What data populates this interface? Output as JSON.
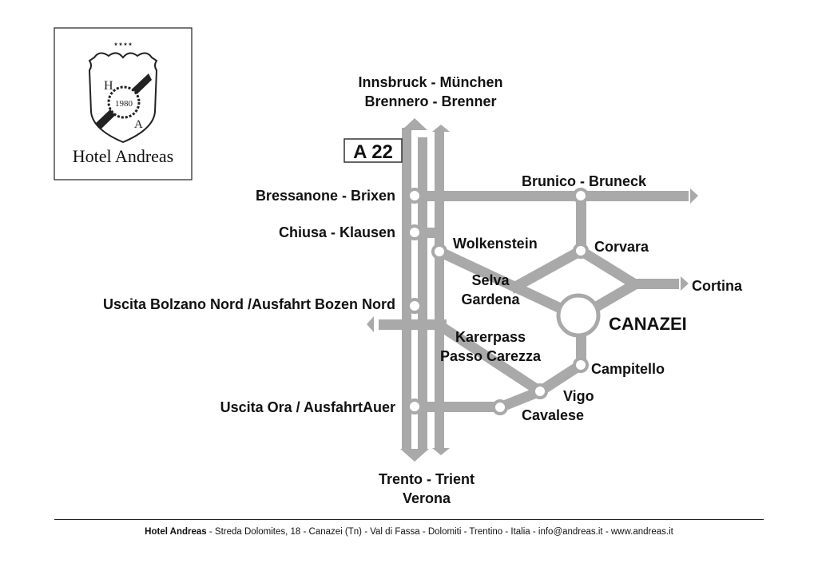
{
  "logo": {
    "stars": "* * * *",
    "year": "1980",
    "name": "Hotel Andreas",
    "initial_top": "H",
    "initial_bottom": "A"
  },
  "highway": {
    "label": "A 22"
  },
  "destinations": {
    "north_line1": "Innsbruck - München",
    "north_line2": "Brennero - Brenner",
    "south_line1": "Trento - Trient",
    "south_line2": "Verona",
    "bruneck": "Brunico - Bruneck",
    "cortina": "Cortina"
  },
  "places": {
    "brixen": "Bressanone - Brixen",
    "klausen": "Chiusa - Klausen",
    "bozen": "Uscita Bolzano Nord /Ausfahrt Bozen Nord",
    "auer": "Uscita Ora / AusfahrtAuer",
    "wolkenstein": "Wolkenstein",
    "selva1": "Selva",
    "selva2": "Gardena",
    "karerpass1": "Karerpass",
    "karerpass2": "Passo Carezza",
    "corvara": "Corvara",
    "canazei": "CANAZEI",
    "campitello": "Campitello",
    "vigo": "Vigo",
    "cavalese": "Cavalese"
  },
  "colors": {
    "road": "#a9a9a9",
    "node_fill": "#ffffff",
    "text": "#111111"
  },
  "footer": {
    "hotel": "Hotel Andreas",
    "text": " - Streda Dolomites, 18 - Canazei (Tn) - Val di Fassa - Dolomiti - Trentino - Italia - info@andreas.it - www.andreas.it"
  }
}
